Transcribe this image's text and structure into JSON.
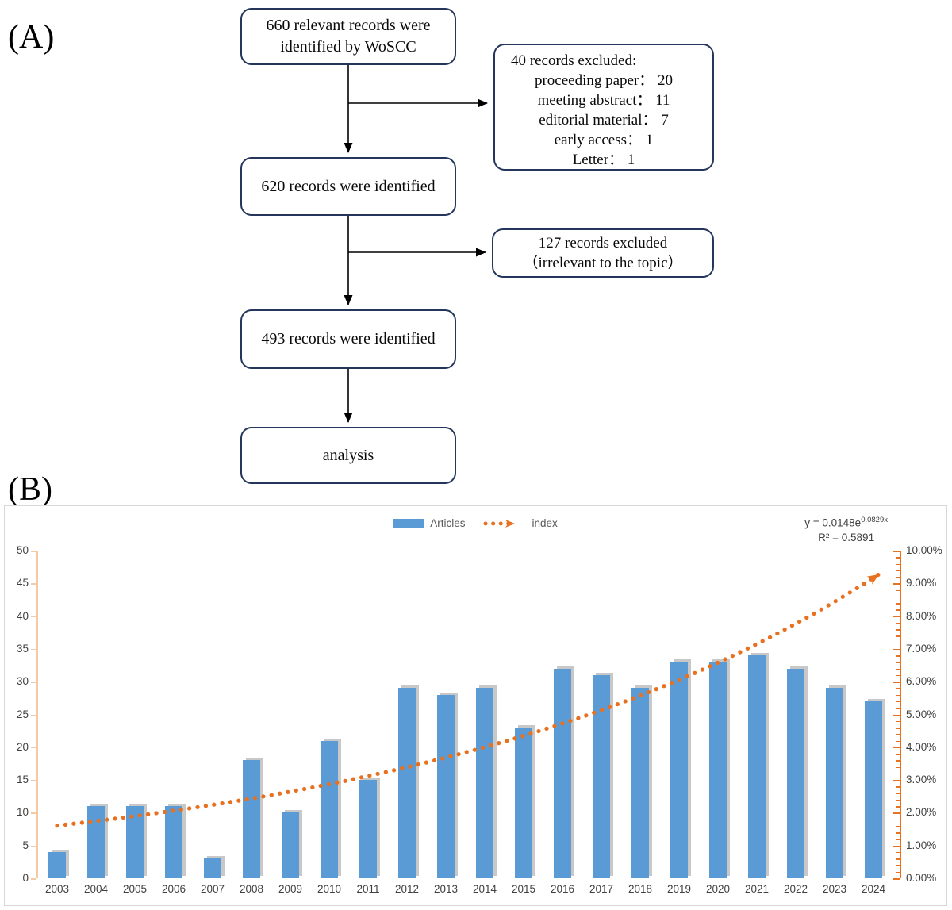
{
  "panel_a": {
    "label": "(A)",
    "box_source": "660 relevant records were identified by WoSCC",
    "box_620": "620 records were identified",
    "box_493": "493 records were identified",
    "box_analysis": "analysis",
    "exclusion_40": {
      "title": "40 records excluded:",
      "items": [
        "proceeding paper： 20",
        "meeting abstract： 11",
        "editorial material： 7",
        "early access： 1",
        "Letter： 1"
      ]
    },
    "exclusion_127": {
      "line1": "127 records excluded",
      "line2": "（irrelevant to the topic）"
    }
  },
  "panel_b": {
    "label": "(B)",
    "equation": {
      "prefix": "y = 0.0148e",
      "exponent": "0.0829x",
      "r_squared": "R² = 0.5891"
    }
  },
  "chart_data": {
    "type": "bar",
    "title": "",
    "xlabel": "",
    "ylabel_left": "",
    "ylabel_right": "",
    "legend_position": "top-center",
    "grid": false,
    "categories": [
      "2003",
      "2004",
      "2005",
      "2006",
      "2007",
      "2008",
      "2009",
      "2010",
      "2011",
      "2012",
      "2013",
      "2014",
      "2015",
      "2016",
      "2017",
      "2018",
      "2019",
      "2020",
      "2021",
      "2022",
      "2023",
      "2024"
    ],
    "series": [
      {
        "name": "Articles",
        "type": "bar",
        "axis": "left",
        "color": "#5B9BD5",
        "values": [
          4,
          11,
          11,
          11,
          3,
          18,
          10,
          21,
          15,
          29,
          28,
          29,
          23,
          32,
          31,
          29,
          33,
          33,
          34,
          32,
          29,
          27
        ]
      }
    ],
    "trendline": {
      "name": "index",
      "type": "exponential-dotted-arrow",
      "axis": "right",
      "color": "#E8701F",
      "equation": "y = 0.0148e^(0.0829x)",
      "a": 0.0148,
      "b": 0.0829,
      "r_squared": 0.5891,
      "values_pct": [
        1.61,
        1.75,
        1.9,
        2.06,
        2.24,
        2.43,
        2.64,
        2.87,
        3.12,
        3.39,
        3.68,
        4.0,
        4.35,
        4.72,
        5.13,
        5.58,
        6.06,
        6.58,
        7.15,
        7.77,
        8.44,
        9.17
      ]
    },
    "left_axis": {
      "min": 0,
      "max": 50,
      "step": 5,
      "color": "#F6C9A5",
      "tick_labels": [
        "0",
        "5",
        "10",
        "15",
        "20",
        "25",
        "30",
        "35",
        "40",
        "45",
        "50"
      ]
    },
    "right_axis": {
      "min_label": "0.00%",
      "max_label": "10.00%",
      "major_step_pct": 1,
      "minor_step_pct": 0.2,
      "color": "#E8701F",
      "tick_labels": [
        "0.00%",
        "1.00%",
        "2.00%",
        "3.00%",
        "4.00%",
        "5.00%",
        "6.00%",
        "7.00%",
        "8.00%",
        "9.00%",
        "10.00%"
      ]
    }
  }
}
